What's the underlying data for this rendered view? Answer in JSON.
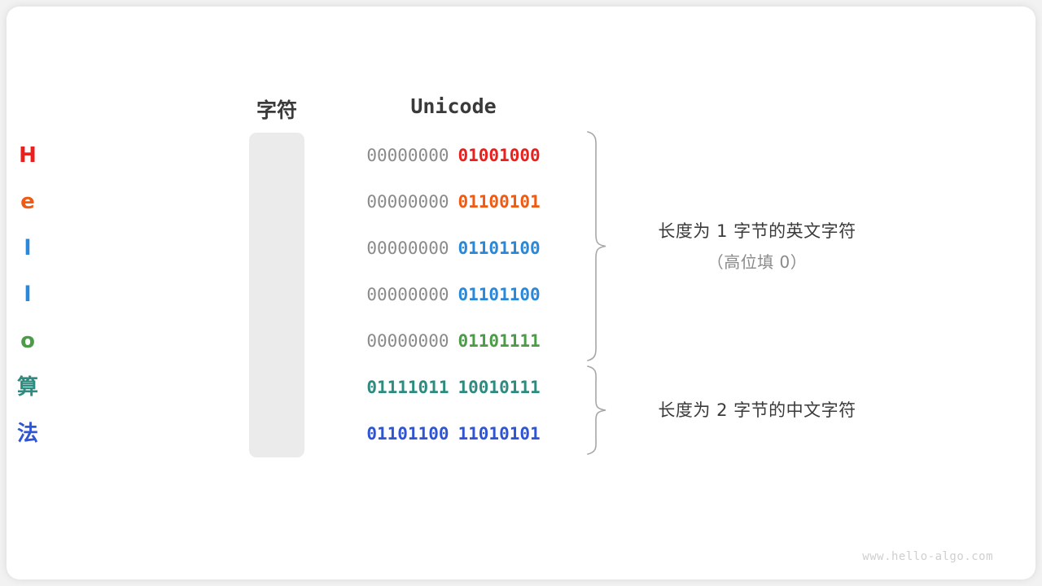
{
  "canvas": {
    "background": "#f2f2f2",
    "card_background": "#ffffff"
  },
  "headers": {
    "char_label": "字符",
    "unicode_label": "Unicode"
  },
  "palette": {
    "red": "#e8211f",
    "orange": "#f05a12",
    "blue": "#2b87d8",
    "green": "#4b9b47",
    "teal": "#2e8b7f",
    "royal_blue": "#2f55d4",
    "gray_text": "#8a8a8a",
    "dark_text": "#3a3a3a",
    "cell_background": "#ebebeb",
    "brace_stroke": "#a6a6a6"
  },
  "rows": [
    {
      "char": "H",
      "color": "#e8211f",
      "high_byte": "00000000",
      "low_byte": "01001000",
      "group": "ascii"
    },
    {
      "char": "e",
      "color": "#f05a12",
      "high_byte": "00000000",
      "low_byte": "01100101",
      "group": "ascii"
    },
    {
      "char": "l",
      "color": "#2b87d8",
      "high_byte": "00000000",
      "low_byte": "01101100",
      "group": "ascii"
    },
    {
      "char": "l",
      "color": "#2b87d8",
      "high_byte": "00000000",
      "low_byte": "01101100",
      "group": "ascii"
    },
    {
      "char": "o",
      "color": "#4b9b47",
      "high_byte": "00000000",
      "low_byte": "01101111",
      "group": "ascii"
    },
    {
      "char": "算",
      "color": "#2e8b7f",
      "high_byte": "01111011",
      "low_byte": "10010111",
      "group": "cjk"
    },
    {
      "char": "法",
      "color": "#2f55d4",
      "high_byte": "01101100",
      "low_byte": "11010101",
      "group": "cjk"
    }
  ],
  "annotations": [
    {
      "main": "长度为 1 字节的英文字符",
      "sub": "（高位填 0）",
      "covers_rows": [
        0,
        1,
        2,
        3,
        4
      ]
    },
    {
      "main": "长度为 2 字节的中文字符",
      "sub": "",
      "covers_rows": [
        5,
        6
      ]
    }
  ],
  "watermark": "www.hello-algo.com"
}
